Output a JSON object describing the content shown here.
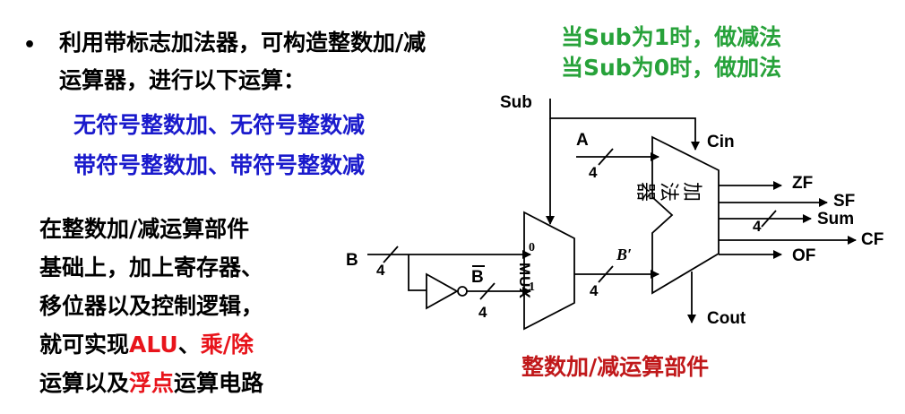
{
  "intro": {
    "bullet": "•",
    "line1": "利用带标志加法器，可构造整数加/减",
    "line2": "运算器，进行以下运算：",
    "op1": "无符号整数加、无符号整数减",
    "op2": "带符号整数加、带符号整数减"
  },
  "note": {
    "line1": "在整数加/减运算部件",
    "line2": "基础上，加上寄存器、",
    "line3": "移位器以及控制逻辑，",
    "line4_pre": "就可实现",
    "line4_alu": "ALU",
    "line4_sep": "、",
    "line4_muldiv": "乘/除",
    "line5_pre": "运算以及",
    "line5_float": "浮点",
    "line5_post": "运算电路"
  },
  "conditions": {
    "sub1": "当Sub为1时，做减法",
    "sub0": "当Sub为0时，做加法"
  },
  "diagram": {
    "caption": "整数加/减运算部件",
    "sub_label": "Sub",
    "a_label": "A",
    "cin_label": "Cin",
    "b_label": "B",
    "bbar_label": "B",
    "bprime_label": "B",
    "bprime_mark": "′",
    "mux_label": "MUX",
    "mux_in0": "0",
    "mux_in1": "1",
    "adder_label": "加法器",
    "zf": "ZF",
    "sf": "SF",
    "sum": "Sum",
    "cf": "CF",
    "of": "OF",
    "cout": "Cout",
    "width_a": "4",
    "width_b": "4",
    "width_bbar": "4",
    "width_bprime": "4",
    "width_sum": "4"
  },
  "colors": {
    "blue": "#1a1acc",
    "red": "#e8141b",
    "green": "#27a23a",
    "caption": "#c0181a"
  }
}
